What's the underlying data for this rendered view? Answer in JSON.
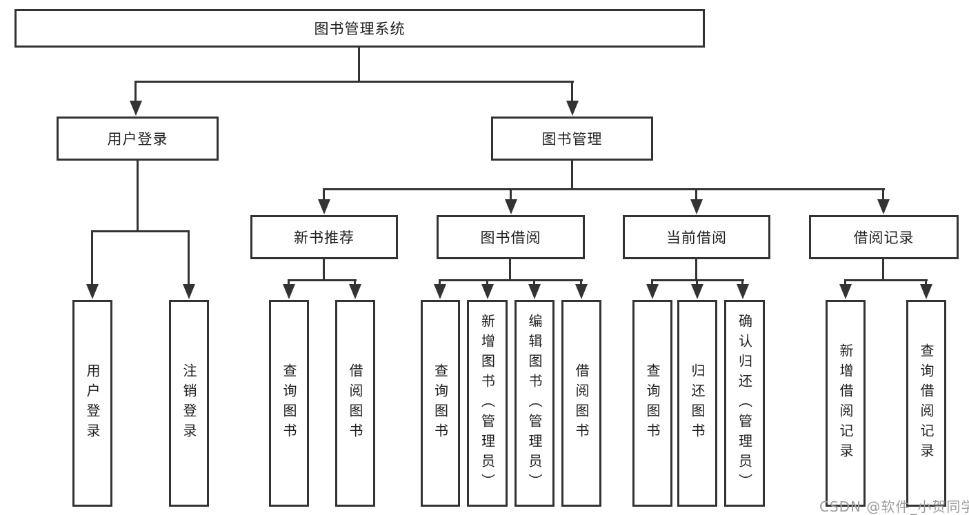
{
  "diagram": {
    "title": "图书管理系统",
    "watermark": "CSDN @软件_小贺同学",
    "colors": {
      "line": "#333333",
      "text": "#1f1f1f",
      "background": "#ffffff",
      "watermark": "#9d9d9d"
    },
    "nodes": {
      "root": {
        "label": "图书管理系统"
      },
      "level2": [
        {
          "label": "用户登录"
        },
        {
          "label": "图书管理"
        }
      ],
      "level3": [
        {
          "label": "新书推荐"
        },
        {
          "label": "图书借阅"
        },
        {
          "label": "当前借阅"
        },
        {
          "label": "借阅记录"
        }
      ],
      "leaves": [
        {
          "label": "用户登录"
        },
        {
          "label": "注销登录"
        },
        {
          "label": "查询图书"
        },
        {
          "label": "借阅图书"
        },
        {
          "label": "查询图书"
        },
        {
          "label": "新增图书（管理员）"
        },
        {
          "label": "编辑图书（管理员）"
        },
        {
          "label": "借阅图书"
        },
        {
          "label": "查询图书"
        },
        {
          "label": "归还图书"
        },
        {
          "label": "确认归还（管理员）"
        },
        {
          "label": "新增借阅记录"
        },
        {
          "label": "查询借阅记录"
        }
      ]
    }
  }
}
